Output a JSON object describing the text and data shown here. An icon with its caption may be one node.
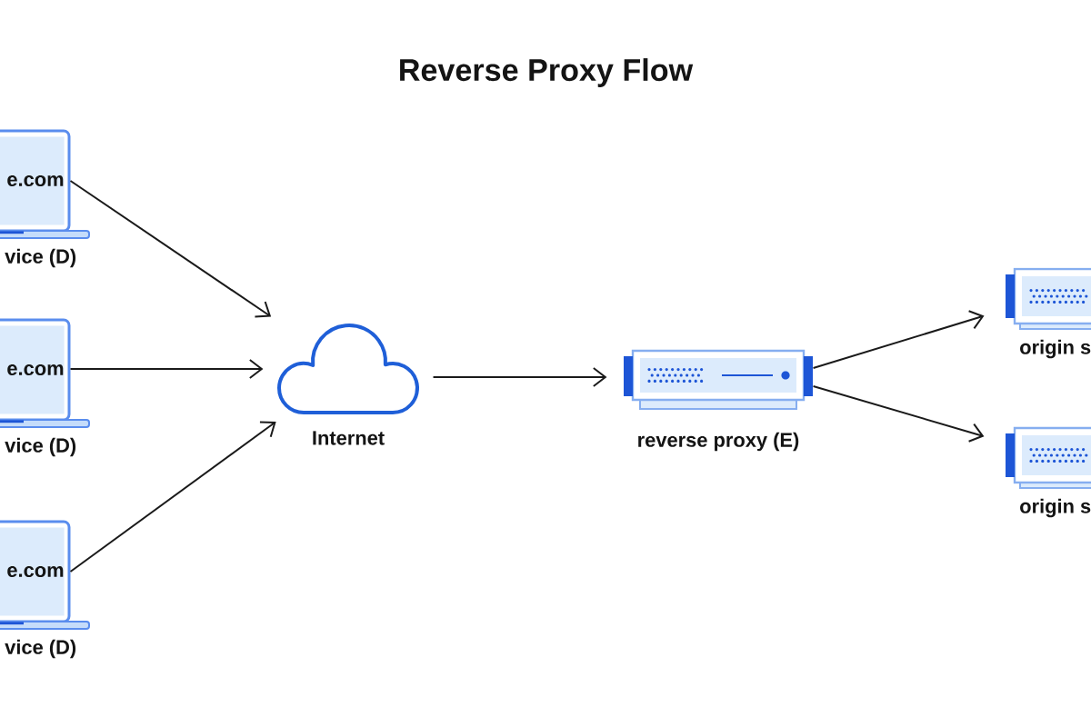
{
  "diagram": {
    "title": "Reverse Proxy Flow",
    "nodes": [
      {
        "text": [
          "e.com"
        ],
        "beside": [
          "vice (D)"
        ]
      },
      {
        "text": [
          "e.com"
        ],
        "beside": [
          "vice (D)"
        ]
      },
      {
        "text": [
          "e.com"
        ],
        "beside": [
          "vice (D)"
        ]
      },
      {
        "text": [
          "Internet"
        ]
      },
      {
        "text": [
          "reverse proxy (E)"
        ]
      },
      {
        "text": [
          "origin s"
        ]
      },
      {
        "text": [
          "origin s"
        ]
      }
    ],
    "edges": [
      {
        "from": 0,
        "to": 3,
        "arrow": "to"
      },
      {
        "from": 1,
        "to": 3,
        "arrow": "to"
      },
      {
        "from": 2,
        "to": 3,
        "arrow": "to"
      },
      {
        "from": 3,
        "to": 4,
        "arrow": "to"
      },
      {
        "from": 4,
        "to": 5,
        "arrow": "to"
      },
      {
        "from": 4,
        "to": 6,
        "arrow": "to"
      }
    ]
  }
}
